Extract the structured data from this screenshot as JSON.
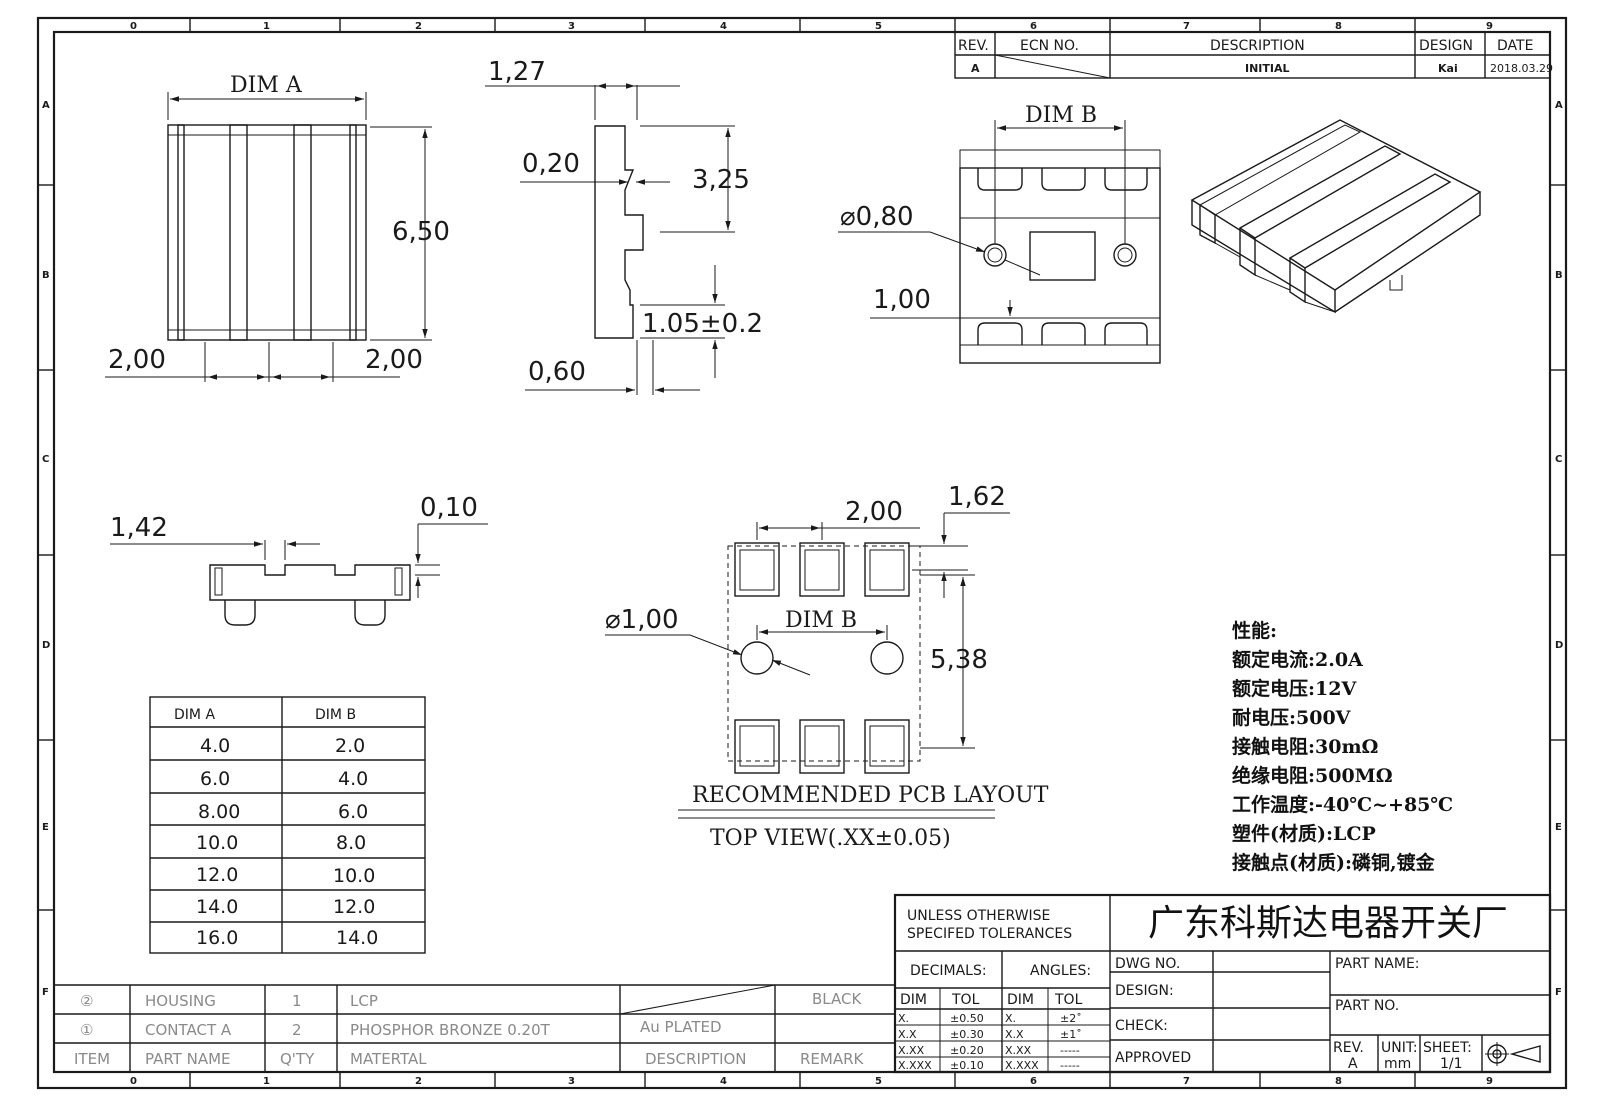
{
  "grid": {
    "columns": [
      "0",
      "1",
      "2",
      "3",
      "4",
      "5",
      "6",
      "7",
      "8",
      "9"
    ],
    "rows": [
      "A",
      "B",
      "C",
      "D",
      "E",
      "F"
    ]
  },
  "revision_block": {
    "headers": {
      "rev": "REV.",
      "ecn": "ECN NO.",
      "description": "DESCRIPTION",
      "design": "DESIGN",
      "date": "DATE"
    },
    "row": {
      "rev": "A",
      "description": "INITIAL",
      "design": "Kai",
      "date": "2018.03.29"
    }
  },
  "dimensions": {
    "dim_a": "DIM A",
    "dim_b": "DIM B",
    "d_6_50": "6,50",
    "d_2_00_left": "2,00",
    "d_2_00_right": "2,00",
    "d_1_27": "1,27",
    "d_0_20": "0,20",
    "d_3_25": "3,25",
    "d_1_05": "1.05±0.2",
    "d_0_60": "0,60",
    "d_dia_0_80": "⌀0,80",
    "d_1_00": "1,00",
    "d_1_42": "1,42",
    "d_0_10": "0,10",
    "d_2_00_pcb": "2,00",
    "d_1_62": "1,62",
    "d_dia_1_00": "⌀1,00",
    "dim_b_pcb": "DIM B",
    "d_5_38": "5,38"
  },
  "pcb_layout": {
    "title": "RECOMMENDED PCB LAYOUT",
    "subtitle": "TOP VIEW(.XX±0.05)"
  },
  "dim_table": {
    "headers": [
      "DIM A",
      "DIM B"
    ],
    "rows": [
      [
        "4.0",
        "2.0"
      ],
      [
        "6.0",
        "4.0"
      ],
      [
        "8.00",
        "6.0"
      ],
      [
        "10.0",
        "8.0"
      ],
      [
        "12.0",
        "10.0"
      ],
      [
        "14.0",
        "12.0"
      ],
      [
        "16.0",
        "14.0"
      ]
    ]
  },
  "specs": {
    "title": "性能:",
    "lines": [
      "额定电流:2.0A",
      "额定电压:12V",
      "耐电压:500V",
      "接触电阻:30mΩ",
      "绝缘电阻:500MΩ",
      "工作温度:-40℃~+85℃",
      "塑件(材质):LCP",
      "接触点(材质):磷铜,镀金"
    ]
  },
  "bom": {
    "rows": [
      {
        "item": "②",
        "part": "HOUSING",
        "qty": "1",
        "material": "LCP",
        "description": "",
        "remark": "BLACK"
      },
      {
        "item": "①",
        "part": "CONTACT A",
        "qty": "2",
        "material": "PHOSPHOR BRONZE 0.20T",
        "description": "Au PLATED",
        "remark": ""
      }
    ],
    "header": {
      "item": "ITEM",
      "part": "PART NAME",
      "qty": "Q'TY",
      "material": "MATERTAL",
      "description": "DESCRIPTION",
      "remark": "REMARK"
    }
  },
  "title_block": {
    "tolerance_note_1": "UNLESS OTHERWISE",
    "tolerance_note_2": "SPECIFED TOLERANCES",
    "company": "广东科斯达电器开关厂",
    "decimals": "DECIMALS:",
    "angles": "ANGLES:",
    "dim": "DIM",
    "tol": "TOL",
    "dec_rows": [
      [
        "X.",
        "±0.50"
      ],
      [
        "X.X",
        "±0.30"
      ],
      [
        "X.XX",
        "±0.20"
      ],
      [
        "X.XXX",
        "±0.10"
      ]
    ],
    "ang_rows": [
      [
        "X.",
        "±2˚"
      ],
      [
        "X.X",
        "±1˚"
      ],
      [
        "X.XX",
        "-----"
      ],
      [
        "X.XXX",
        "-----"
      ]
    ],
    "dwg_no": "DWG NO.",
    "design": "DESIGN:",
    "check": "CHECK:",
    "approved": "APPROVED",
    "part_name": "PART NAME:",
    "part_no": "PART NO.",
    "rev_label": "REV.",
    "rev_value": "A",
    "unit_label": "UNIT:",
    "unit_value": "mm",
    "sheet_label": "SHEET:",
    "sheet_value": "1/1"
  }
}
